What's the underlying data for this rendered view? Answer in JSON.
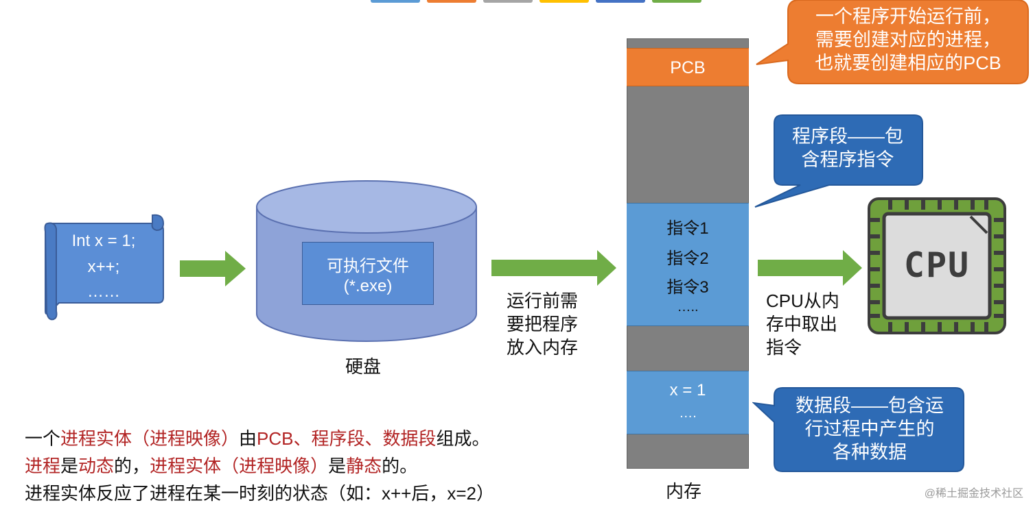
{
  "colors": {
    "arrow_green": "#70ad47",
    "scroll_blue": "#5b8ed6",
    "disk_fill": "#8ea3d8",
    "memory_gray": "#808080",
    "pcb_orange": "#ed7d31",
    "segment_blue": "#5b9bd5",
    "callout_blue": "#2e6bb5",
    "callout_orange": "#ed7d31",
    "highlight_red": "#b22424",
    "cpu_green": "#6fa03c"
  },
  "source_code": {
    "lines": [
      "Int x = 1;",
      "x++;",
      "……"
    ],
    "icon": "scroll-icon"
  },
  "disk": {
    "icon": "disk-cylinder-icon",
    "file_label_line1": "可执行文件",
    "file_label_line2": "(*.exe)",
    "caption": "硬盘"
  },
  "load_caption": {
    "line1": "运行前需",
    "line2": "要把程序",
    "line3": "放入内存"
  },
  "memory": {
    "caption": "内存",
    "pcb_label": "PCB",
    "instructions": [
      "指令1",
      "指令2",
      "指令3",
      "….."
    ],
    "data_lines": [
      "x = 1",
      "…."
    ]
  },
  "cpu": {
    "icon": "cpu-chip-icon",
    "label": "CPU",
    "fetch_caption_line1": "CPU从内",
    "fetch_caption_line2": "存中取出",
    "fetch_caption_line3": "指令"
  },
  "callouts": {
    "pcb_line1": "一个程序开始运行前，",
    "pcb_line2": "需要创建对应的进程，",
    "pcb_line3": "也就要创建相应的PCB",
    "program_line1": "程序段——包",
    "program_line2": "含程序指令",
    "data_line1": "数据段——包含运",
    "data_line2": "行过程中产生的",
    "data_line3": "各种数据"
  },
  "notes": {
    "line1_a": "一个",
    "line1_b": "进程实体（进程映像）",
    "line1_c": "由",
    "line1_d": "PCB、程序段、数据段",
    "line1_e": "组成。",
    "line2_a": "进程",
    "line2_b": "是",
    "line2_c": "动态",
    "line2_d": "的，",
    "line2_e": "进程实体（进程映像）",
    "line2_f": "是",
    "line2_g": "静态",
    "line2_h": "的。",
    "line3": "进程实体反应了进程在某一时刻的状态（如：x++后，x=2）"
  },
  "watermark": "@稀土掘金技术社区"
}
